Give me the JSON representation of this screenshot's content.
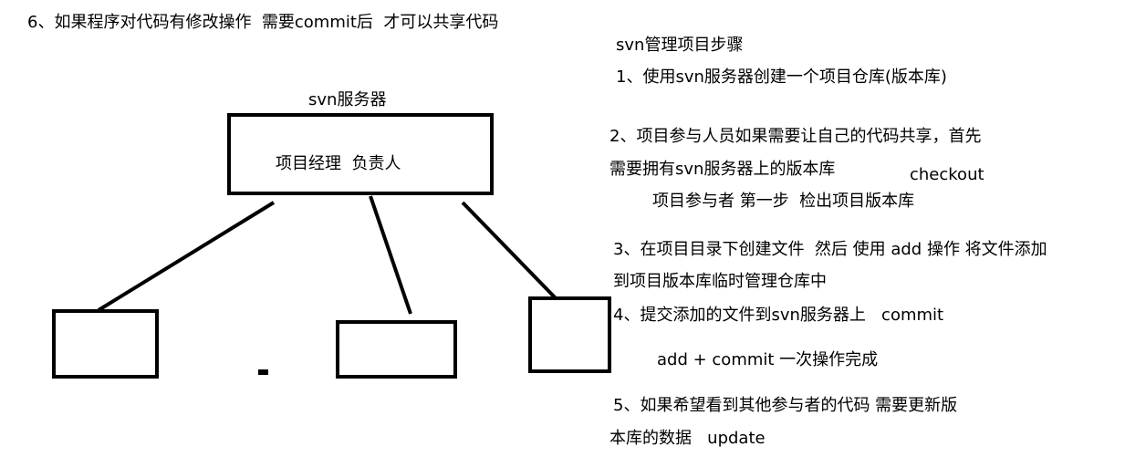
{
  "note_top": "6、如果程序对代码有修改操作  需要commit后  才可以共享代码",
  "server": {
    "label": "svn服务器",
    "box_text": "项目经理  负责人"
  },
  "steps": {
    "title": "svn管理项目步骤",
    "s1": "1、使用svn服务器创建一个项目仓库(版本库)",
    "s2a": "2、项目参与人员如果需要让自己的代码共享，首先",
    "s2b": "需要拥有svn服务器上的版本库",
    "s2_cmd": "checkout",
    "s2c": "项目参与者 第一步  检出项目版本库",
    "s3a": "3、在项目目录下创建文件  然后 使用 add 操作 将文件添加",
    "s3b": "到项目版本库临时管理仓库中",
    "s4": "4、提交添加的文件到svn服务器上   commit",
    "s4b": "add + commit 一次操作完成",
    "s5a": "5、如果希望看到其他参与者的代码 需要更新版",
    "s5b": "本库的数据   update"
  }
}
